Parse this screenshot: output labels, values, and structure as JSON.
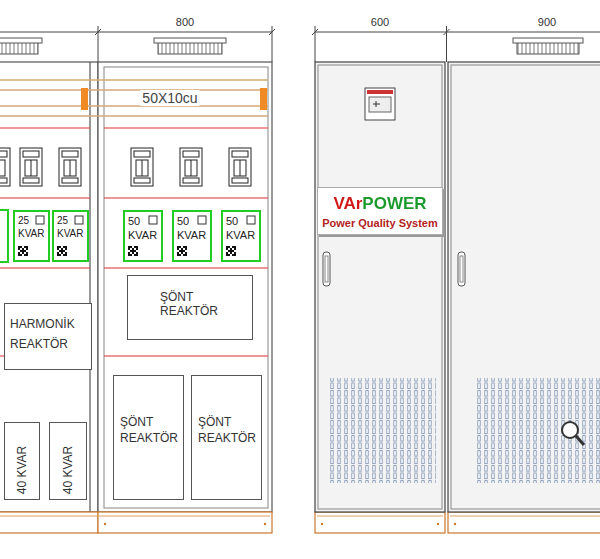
{
  "diagram": {
    "nodes": [
      {
        "text": [
          "25 KVAR"
        ]
      },
      {
        "text": [
          "25 KVAR"
        ]
      },
      {
        "text": [
          "50 KVAR"
        ]
      },
      {
        "text": [
          "50 KVAR"
        ]
      },
      {
        "text": [
          "50 KVAR"
        ]
      },
      {
        "text": [
          "HARMONİK REAKTÖR"
        ]
      },
      {
        "text": [
          "ŞÖNT REAKTÖR"
        ]
      },
      {
        "text": [
          "40 KVAR"
        ]
      },
      {
        "text": [
          "40 KVAR"
        ]
      },
      {
        "text": [
          "ŞÖNT REAKTÖR"
        ]
      },
      {
        "text": [
          "ŞÖNT REAKTÖR"
        ]
      },
      {
        "text": [
          "VArPOWER",
          "Power Quality System"
        ]
      }
    ],
    "labels": [
      "800",
      "50X10cu",
      "600",
      "900"
    ]
  }
}
